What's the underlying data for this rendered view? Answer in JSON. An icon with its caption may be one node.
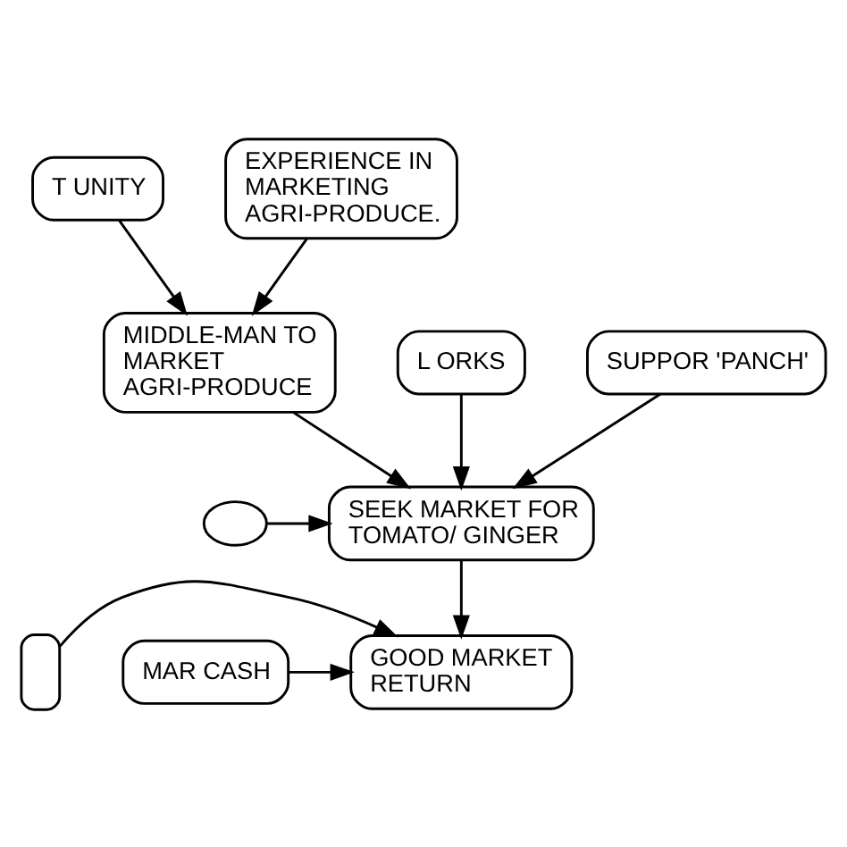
{
  "diagram": {
    "nodes": [
      {
        "text": [
          "T UNITY"
        ]
      },
      {
        "text": [
          "EXPERIENCE IN MARKETING AGRI-PRODUCE."
        ]
      },
      {
        "text": [
          "L ORKS"
        ]
      },
      {
        "text": [
          "MIDDLE-MAN TO MARKET AGRI-PRODUCE"
        ]
      },
      {
        "text": [
          "SUPPOR 'PANCH'"
        ]
      },
      {
        "text": [],
        "shape": "circle"
      },
      {
        "text": [
          "SEEK MARKET FOR TOMATO/ GINGER"
        ]
      },
      {
        "text": [],
        "shape": "box"
      },
      {
        "text": [
          "GOOD MARKET RETURN"
        ]
      },
      {
        "text": [
          "MAR CASH"
        ]
      }
    ],
    "edges": [
      {
        "from": 0,
        "to": 3,
        "arrow": "to"
      },
      {
        "from": 1,
        "to": 3,
        "arrow": "to"
      },
      {
        "from": 2,
        "to": 6,
        "arrow": "to"
      },
      {
        "from": 3,
        "to": 6,
        "arrow": "to"
      },
      {
        "from": 4,
        "to": 6,
        "arrow": "to"
      },
      {
        "from": 5,
        "to": 6,
        "arrow": "to"
      },
      {
        "from": 6,
        "to": 8,
        "arrow": "to"
      },
      {
        "from": 7,
        "to": 8,
        "arrow": "to"
      },
      {
        "from": 9,
        "to": 8,
        "arrow": "to"
      }
    ]
  }
}
